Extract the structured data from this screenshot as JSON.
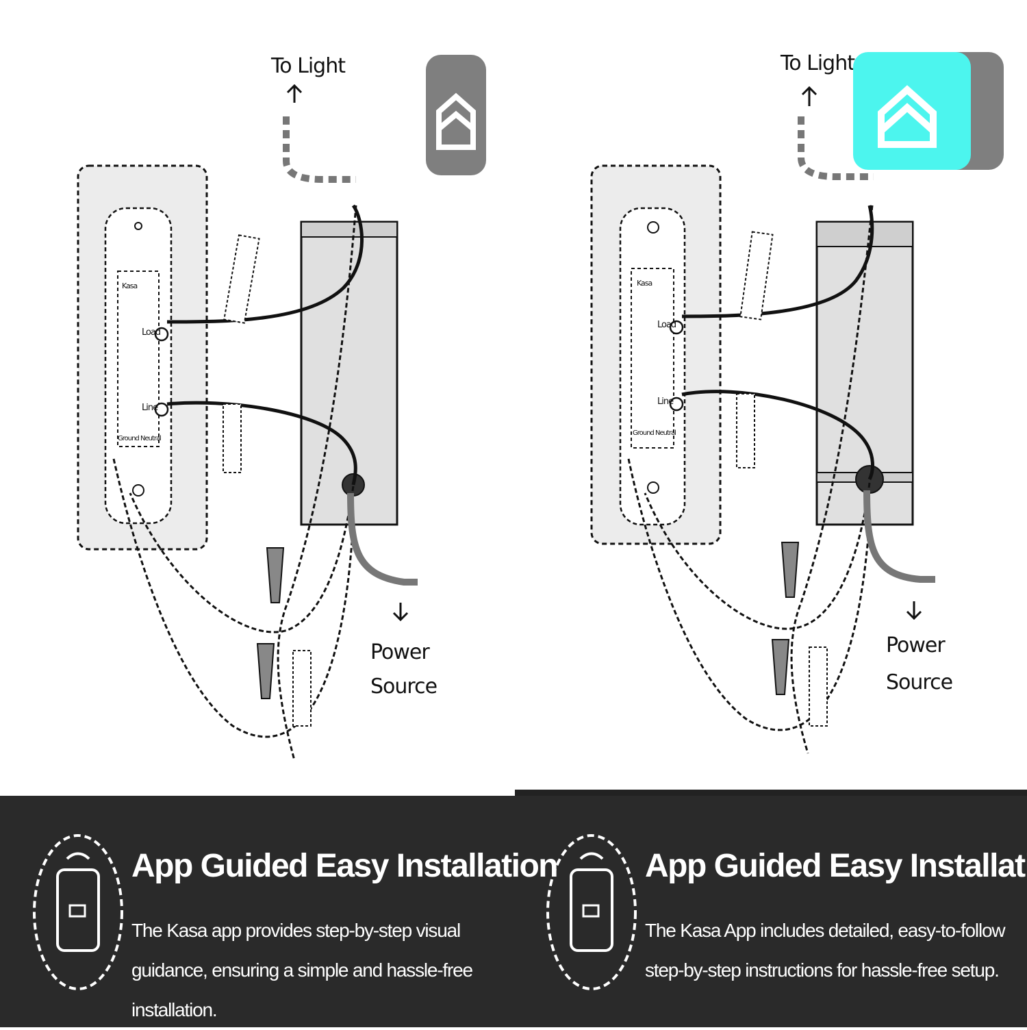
{
  "panels": [
    {
      "to_light_label": "To Light",
      "power_source_line1": "Power",
      "power_source_line2": "Source",
      "app_badge_color": "#7f7f7f",
      "switch_brand": "Kasa",
      "terminal_top": "Load",
      "terminal_bottom": "Line",
      "terminal_ground": "Ground Neutral",
      "feature": {
        "icon": "smartphone-app-icon",
        "title": "App Guided Easy Installation",
        "description": "The Kasa app provides step-by-step visual guidance, ensuring a simple and hassle-free installation."
      }
    },
    {
      "to_light_label": "To Light",
      "power_source_line1": "Power",
      "power_source_line2": "Source",
      "app_badge_color": "#4cf5ee",
      "switch_brand": "Kasa",
      "terminal_top": "Load",
      "terminal_bottom": "Line",
      "terminal_ground": "Ground Neutral",
      "feature": {
        "icon": "smartphone-app-icon",
        "title": "App Guided Easy Installation",
        "description": "The Kasa App includes detailed, easy-to-follow step-by-step instructions for hassle-free setup."
      }
    }
  ],
  "colors": {
    "band_background": "#2a2a2a",
    "text_light": "#ffffff",
    "badge_gray": "#7f7f7f",
    "badge_teal": "#4cf5ee",
    "wallplate": "#ececec"
  }
}
